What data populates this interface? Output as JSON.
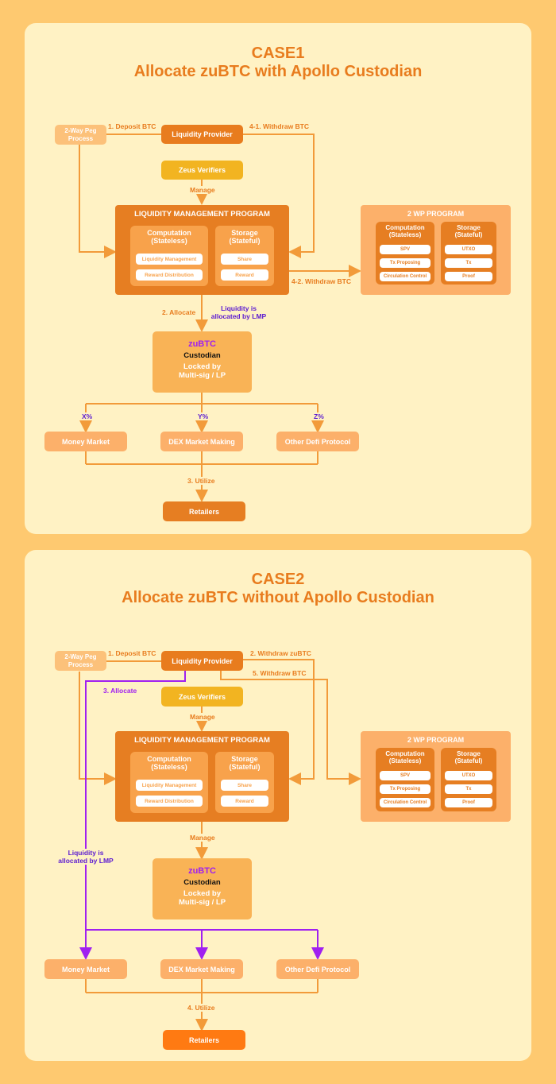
{
  "case1": {
    "heading": "CASE1",
    "subheading": "Allocate zuBTC with Apollo Custodian",
    "two_way_peg": "2-Way Peg Process",
    "liquidity_provider": "Liquidity Provider",
    "zeus_verifiers": "Zeus Verifiers",
    "lmp_title": "LIQUIDITY MANAGEMENT PROGRAM",
    "computation_title": "Computation (Stateless)",
    "storage_title": "Storage (Stateful)",
    "computation_items": [
      "Liquidity Management",
      "Reward Distribution"
    ],
    "storage_items": [
      "Share",
      "Reward"
    ],
    "wp_title": "2 WP PROGRAM",
    "wp_computation_title": "Computation (Stateless)",
    "wp_storage_title": "Storage (Stateful)",
    "wp_computation_items": [
      "SPV",
      "Tx Proposing",
      "Circulation Control"
    ],
    "wp_storage_items": [
      "UTXO",
      "Tx",
      "Proof"
    ],
    "zubtc": "zuBTC",
    "custodian": "Custodian",
    "locked": "Locked by Multi-sig / LP",
    "money_market": "Money Market",
    "dex": "DEX Market Making",
    "other_defi": "Other Defi Protocol",
    "retailers": "Retailers",
    "labels": {
      "deposit": "1. Deposit BTC",
      "withdraw1": "4-1. Withdraw BTC",
      "withdraw2": "4-2. Withdraw BTC",
      "manage": "Manage",
      "allocate": "2. Allocate",
      "allocated_by": "Liquidity is allocated by LMP",
      "x": "X%",
      "y": "Y%",
      "z": "Z%",
      "utilize": "3. Utilize"
    }
  },
  "case2": {
    "heading": "CASE2",
    "subheading": "Allocate zuBTC without Apollo Custodian",
    "two_way_peg": "2-Way Peg Process",
    "liquidity_provider": "Liquidity Provider",
    "zeus_verifiers": "Zeus Verifiers",
    "lmp_title": "LIQUIDITY MANAGEMENT PROGRAM",
    "computation_title": "Computation (Stateless)",
    "storage_title": "Storage (Stateful)",
    "computation_items": [
      "Liquidity Management",
      "Reward Distribution"
    ],
    "storage_items": [
      "Share",
      "Reward"
    ],
    "wp_title": "2 WP PROGRAM",
    "wp_computation_title": "Computation (Stateless)",
    "wp_storage_title": "Storage (Stateful)",
    "wp_computation_items": [
      "SPV",
      "Tx Proposing",
      "Circulation Control"
    ],
    "wp_storage_items": [
      "UTXO",
      "Tx",
      "Proof"
    ],
    "zubtc": "zuBTC",
    "custodian": "Custodian",
    "locked": "Locked by Multi-sig / LP",
    "money_market": "Money Market",
    "dex": "DEX Market Making",
    "other_defi": "Other Defi Protocol",
    "retailers": "Retailers",
    "labels": {
      "deposit": "1. Deposit BTC",
      "withdraw_zubtc": "2. Withdraw zuBTC",
      "withdraw_btc": "5. Withdraw BTC",
      "allocate": "3. Allocate",
      "manage1": "Manage",
      "manage2": "Manage",
      "allocated_by": "Liquidity is allocated by LMP",
      "utilize": "4. Utilize"
    }
  },
  "colors": {
    "panel": "#fff2c4",
    "background": "#fec970",
    "dark_orange": "#e67e22",
    "mid_orange": "#f8a24b",
    "light_orange": "#fcc17a",
    "line": "#f29b3a",
    "purple": "#a020f0",
    "label_purple": "#5b1ad1",
    "zeus_yellow": "#f2b421"
  }
}
